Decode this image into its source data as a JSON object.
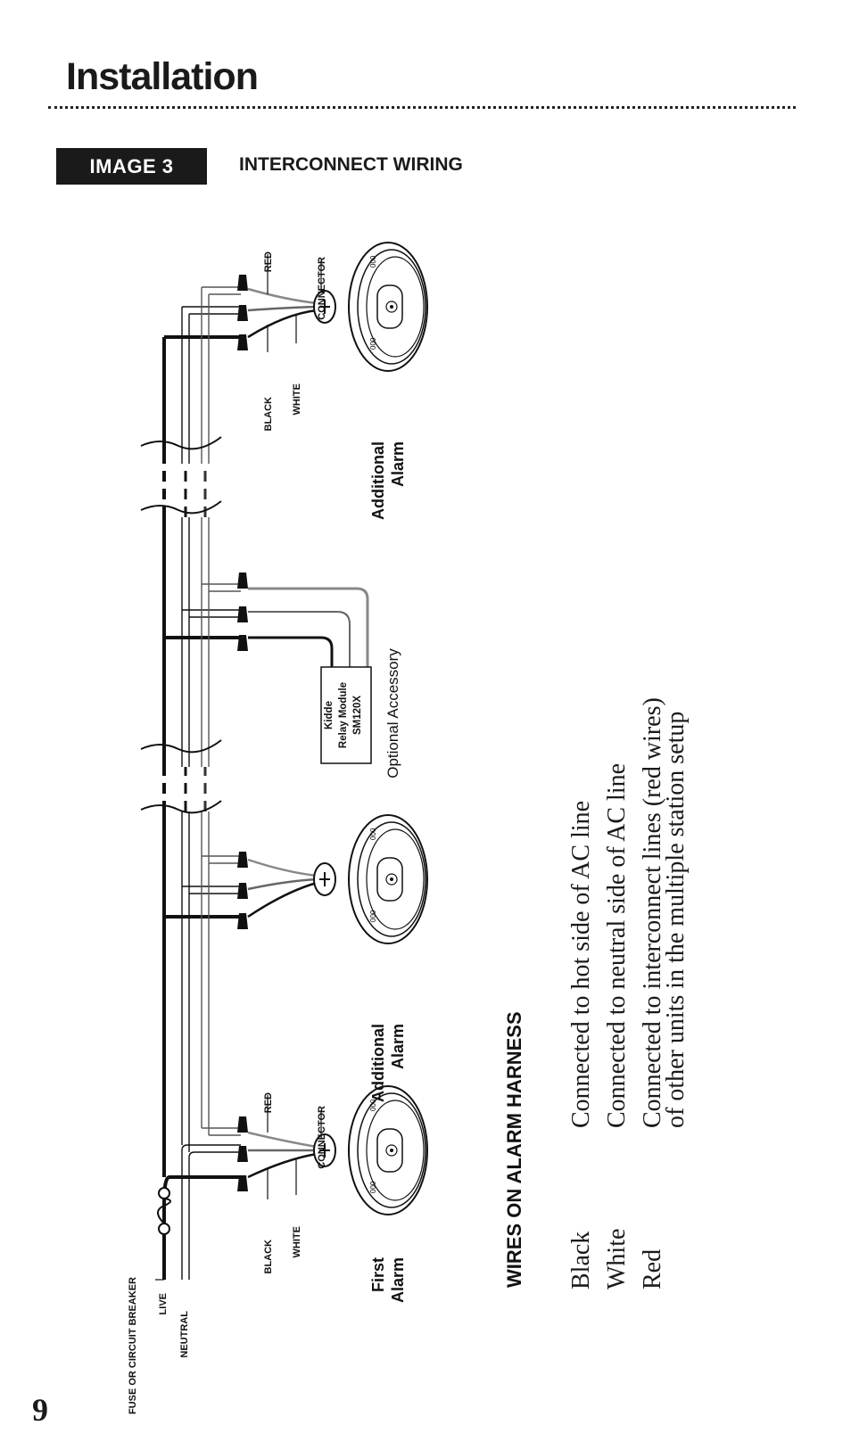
{
  "page": {
    "title": "Installation",
    "page_number": "9"
  },
  "figure": {
    "badge": "IMAGE 3",
    "caption": "INTERCONNECT WIRING"
  },
  "diagram": {
    "fuse_label": "FUSE OR CIRCUIT BREAKER",
    "live_label": "LIVE",
    "neutral_label": "NEUTRAL",
    "black_label": "BLACK",
    "white_label": "WHITE",
    "red_label": "RED",
    "connector_label": "CONNECTOR",
    "first_alarm": [
      "First",
      "Alarm"
    ],
    "additional_alarm": [
      "Additional",
      "Alarm"
    ],
    "relay_module": [
      "Kidde",
      "Relay Module",
      "SM120X"
    ],
    "optional_accessory": "Optional Accessory"
  },
  "legend": {
    "heading": "WIRES ON ALARM HARNESS",
    "rows": [
      {
        "color": "Black",
        "lines": [
          "Connected to hot side of AC line"
        ]
      },
      {
        "color": "White",
        "lines": [
          "Connected to neutral side of AC line"
        ]
      },
      {
        "color": "Red",
        "lines": [
          "Connected to interconnect lines (red wires)",
          "of other units in the multiple station setup"
        ]
      }
    ]
  }
}
